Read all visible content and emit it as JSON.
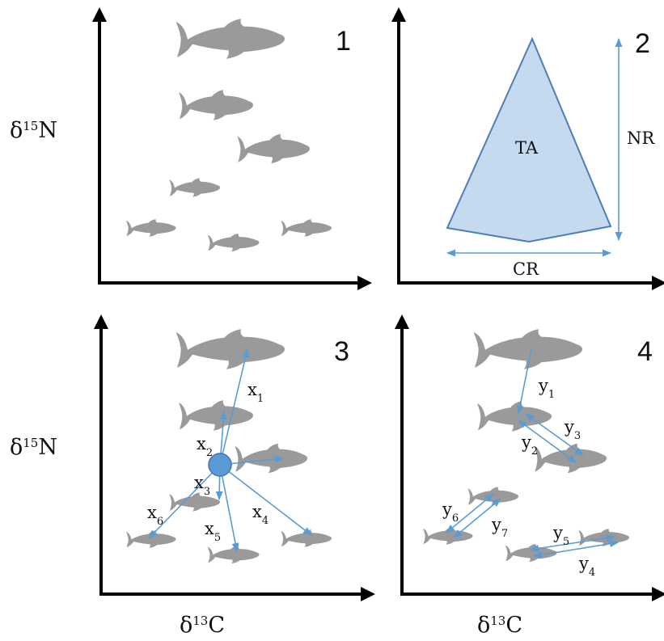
{
  "axis_labels": {
    "y_top": "δ15N",
    "y_bottom": "δ15N",
    "x_left": "δ13C",
    "x_right": "δ13C"
  },
  "panels": [
    {
      "number": "1"
    },
    {
      "number": "2",
      "metrics": {
        "area": "TA",
        "n_range": "NR",
        "c_range": "CR"
      }
    },
    {
      "number": "3",
      "distances": [
        "x1",
        "x2",
        "x3",
        "x4",
        "x5",
        "x6"
      ]
    },
    {
      "number": "4",
      "distances": [
        "y1",
        "y2",
        "y3",
        "y4",
        "y5",
        "y6",
        "y7"
      ]
    }
  ],
  "colors": {
    "axis": "#000000",
    "fish": "#9a9a9a",
    "arrow": "#5b9bd5",
    "polygon_fill": "#c5d9ef",
    "polygon_stroke": "#4f7db5",
    "centroid": "#5b9bd5"
  }
}
